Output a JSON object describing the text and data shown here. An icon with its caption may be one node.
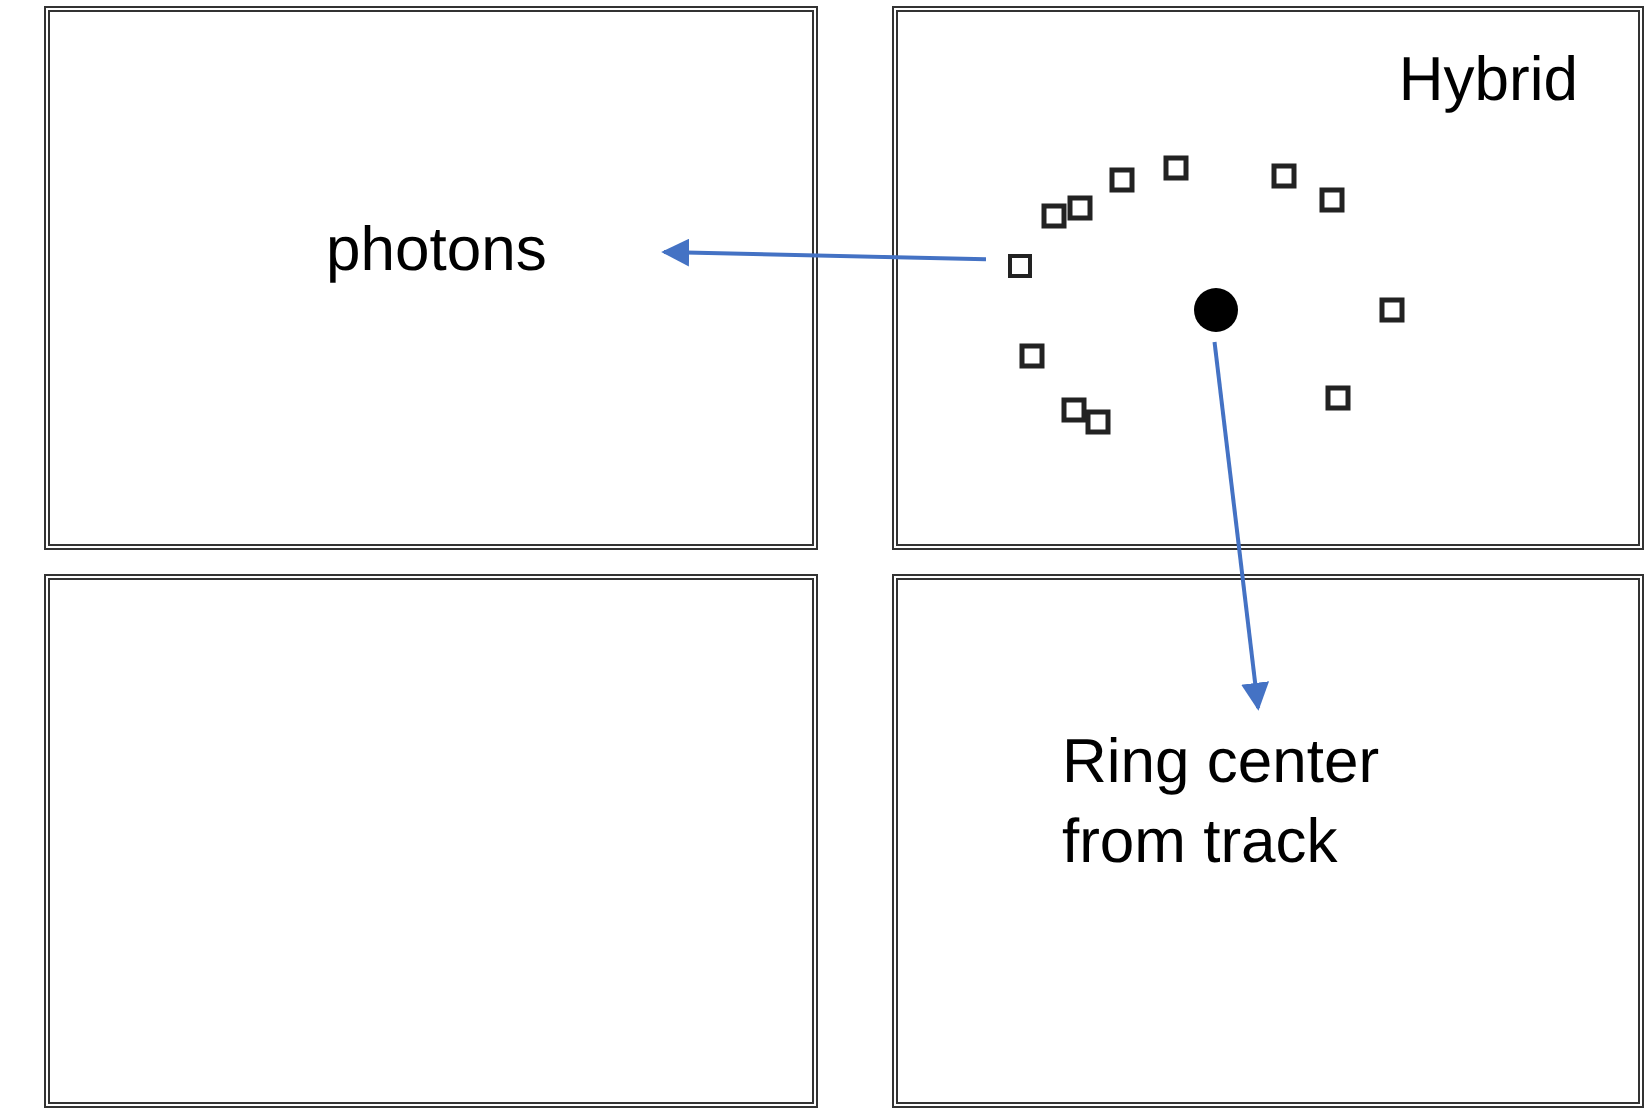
{
  "diagram": {
    "nodes": [
      {
        "text": [],
        "shape": "box"
      },
      {
        "text": [
          "photons"
        ],
        "in": 0
      },
      {
        "text": [
          "Hybrid"
        ]
      },
      {
        "text": [],
        "shape": "box",
        "in": 2
      },
      {
        "text": [],
        "shape": "circle",
        "in": 2
      },
      {
        "text": [],
        "shape": "box"
      },
      {
        "text": [],
        "shape": "box"
      },
      {
        "text": [
          "Ring center from track"
        ],
        "in": 6
      }
    ],
    "edges": [
      {
        "from": 3,
        "to": 1,
        "arrow": "to"
      },
      {
        "from": 4,
        "to": 7,
        "arrow": "to"
      }
    ]
  }
}
